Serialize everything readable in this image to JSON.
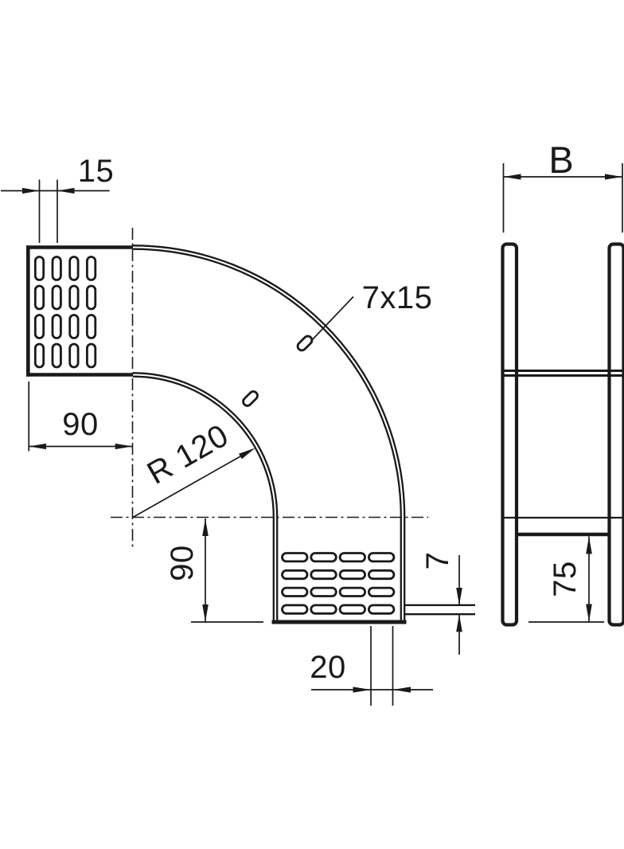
{
  "drawing": {
    "description": "technical dimension drawing of a 90-degree cable tray bend with perforated end plates, front view and side view",
    "colors": {
      "line": "#1a1a1a",
      "background": "#ffffff"
    },
    "main_view": {
      "slot_pitch": "15",
      "leg_horizontal": "90",
      "radius": "R 120",
      "slot_size": "7x15",
      "leg_vertical": "90",
      "end_tab": "20",
      "flange": "7"
    },
    "side_view": {
      "width": "B",
      "depth": "75"
    }
  }
}
